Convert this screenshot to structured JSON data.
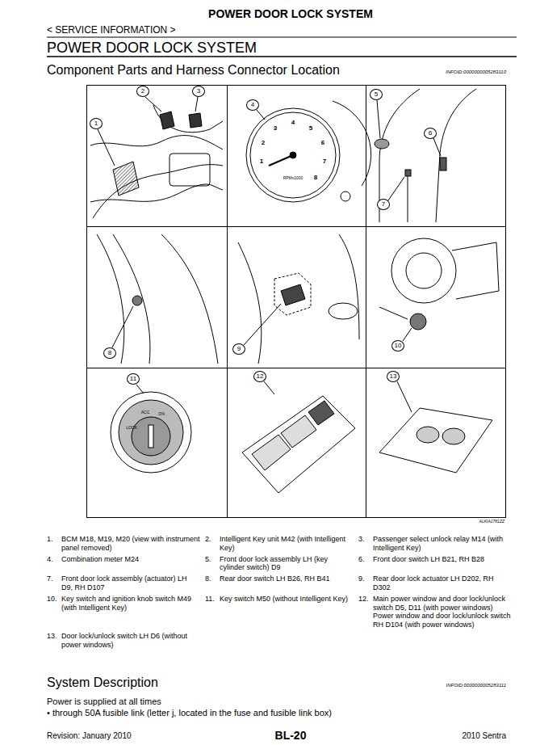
{
  "diagram": {
    "title": "POWER DOOR LOCK SYSTEM",
    "nodes": [
      {
        "text": [
          "1",
          "2",
          "3"
        ]
      },
      {
        "text": [
          "4"
        ]
      },
      {
        "text": [
          "5",
          "6",
          "7"
        ]
      },
      {
        "text": [
          "8"
        ]
      },
      {
        "text": [
          "9"
        ]
      },
      {
        "text": [
          "10"
        ]
      },
      {
        "text": [
          "11"
        ]
      },
      {
        "text": [
          "12"
        ]
      },
      {
        "text": [
          "13"
        ]
      }
    ],
    "labels": [
      "< SERVICE INFORMATION >",
      "POWER DOOR LOCK SYSTEM",
      "Component Parts and Harness Connector Location",
      "INFOID:0000000005283110",
      "RPMx1000",
      "1",
      "2",
      "3",
      "4",
      "5",
      "6",
      "7",
      "8",
      "LOCK",
      "ACC",
      "ON",
      "ALKIA1781ZZ",
      "1.",
      "BCM M18, M19, M20 (view with instrument panel removed)",
      "2.",
      "Intelligent Key unit M42 (with Intelligent Key)",
      "3.",
      "Passenger select unlock relay M14 (with Intelligent Key)",
      "4.",
      "Combination meter M24",
      "5.",
      "Front door lock assembly LH (key cylinder switch) D9",
      "6.",
      "Front door switch LH B21, RH B28",
      "7.",
      "Front door lock assembly (actuator) LH D9, RH D107",
      "8.",
      "Rear door switch LH B26, RH B41",
      "9.",
      "Rear door lock actuator LH D202, RH D302",
      "10.",
      "Key switch and ignition knob switch M49 (with Intelligent Key)",
      "11.",
      "Key switch M50 (without Intelligent Key)",
      "12.",
      "Main power window and door lock/unlock switch D5, D11 (with power windows) Power window and door lock/unlock switch RH D104 (with power windows)",
      "13.",
      "Door lock/unlock switch LH D6 (without power windows)",
      "System Description",
      "INFOID:0000000005283111",
      "Power is supplied at all times",
      "• through 50A fusible link (letter j, located in the fuse and fusible link box)",
      "Revision: January 2010",
      "BL-20",
      "2010 Sentra"
    ]
  }
}
